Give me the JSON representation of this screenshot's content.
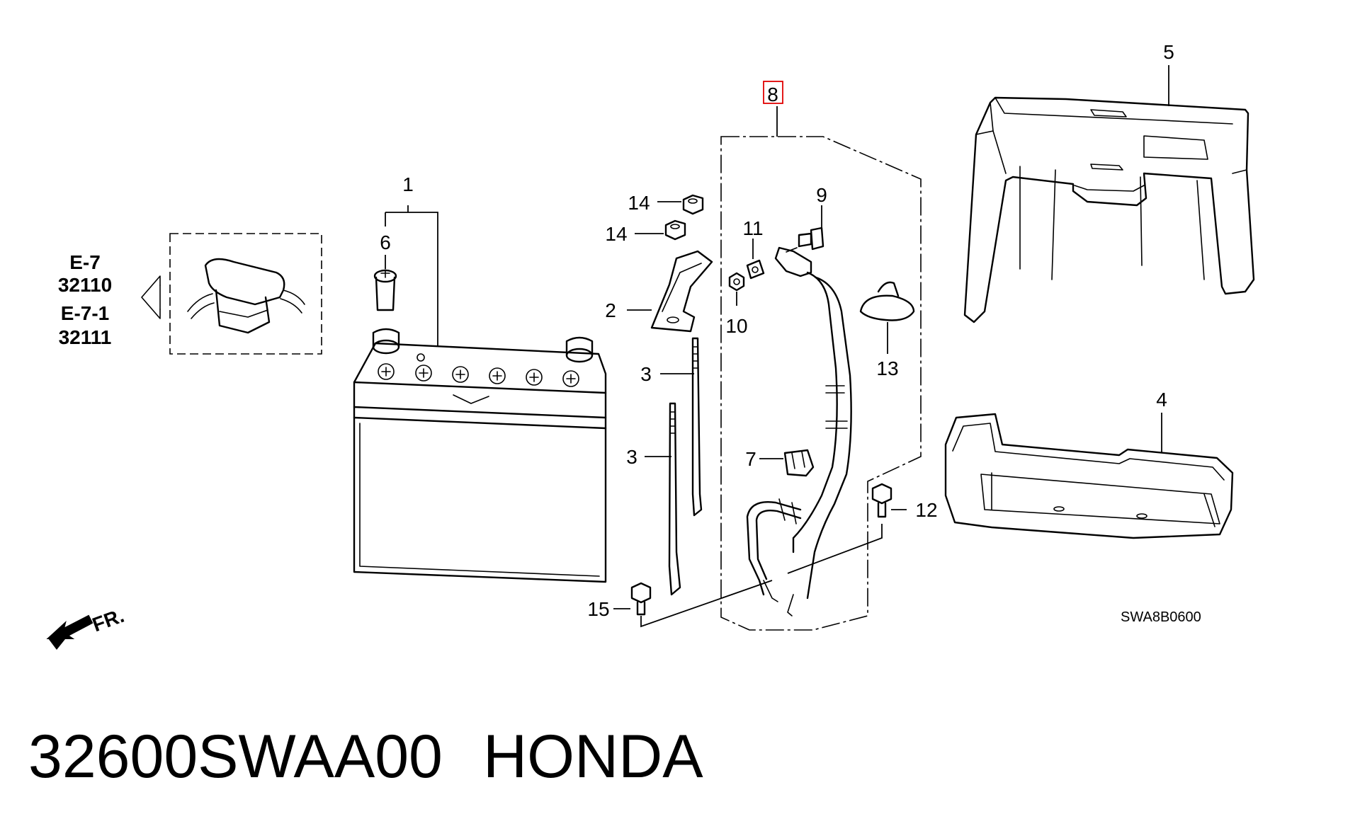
{
  "reference": {
    "lines": [
      "E-7",
      "32110",
      "E-7-1",
      "32111"
    ]
  },
  "callouts": {
    "c1": "1",
    "c2": "2",
    "c3a": "3",
    "c3b": "3",
    "c4": "4",
    "c5": "5",
    "c6": "6",
    "c7": "7",
    "c8": "8",
    "c9": "9",
    "c10": "10",
    "c11": "11",
    "c12": "12",
    "c13": "13",
    "c14a": "14",
    "c14b": "14",
    "c15": "15"
  },
  "highlighted_callout": "8",
  "highlight_color": "#e00000",
  "front_label": "FR.",
  "diagram_code": "SWA8B0600",
  "part_number": "32600SWAA00",
  "brand": "HONDA"
}
